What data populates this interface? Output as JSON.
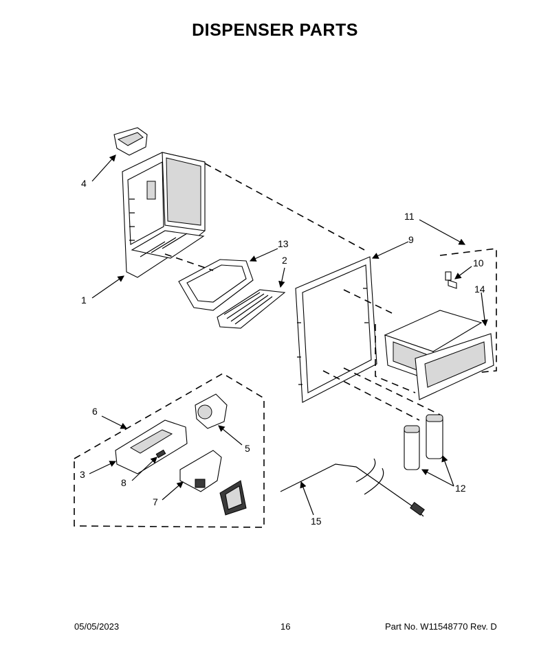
{
  "title": "DISPENSER PARTS",
  "callouts": {
    "c1": "1",
    "c2": "2",
    "c3": "3",
    "c4": "4",
    "c5": "5",
    "c6": "6",
    "c7": "7",
    "c8": "8",
    "c9": "9",
    "c10": "10",
    "c11": "11",
    "c12": "12",
    "c13": "13",
    "c14": "14",
    "c15": "15"
  },
  "footer": {
    "date": "05/05/2023",
    "page": "16",
    "part_number": "Part No.  W11548770  Rev.  D"
  }
}
